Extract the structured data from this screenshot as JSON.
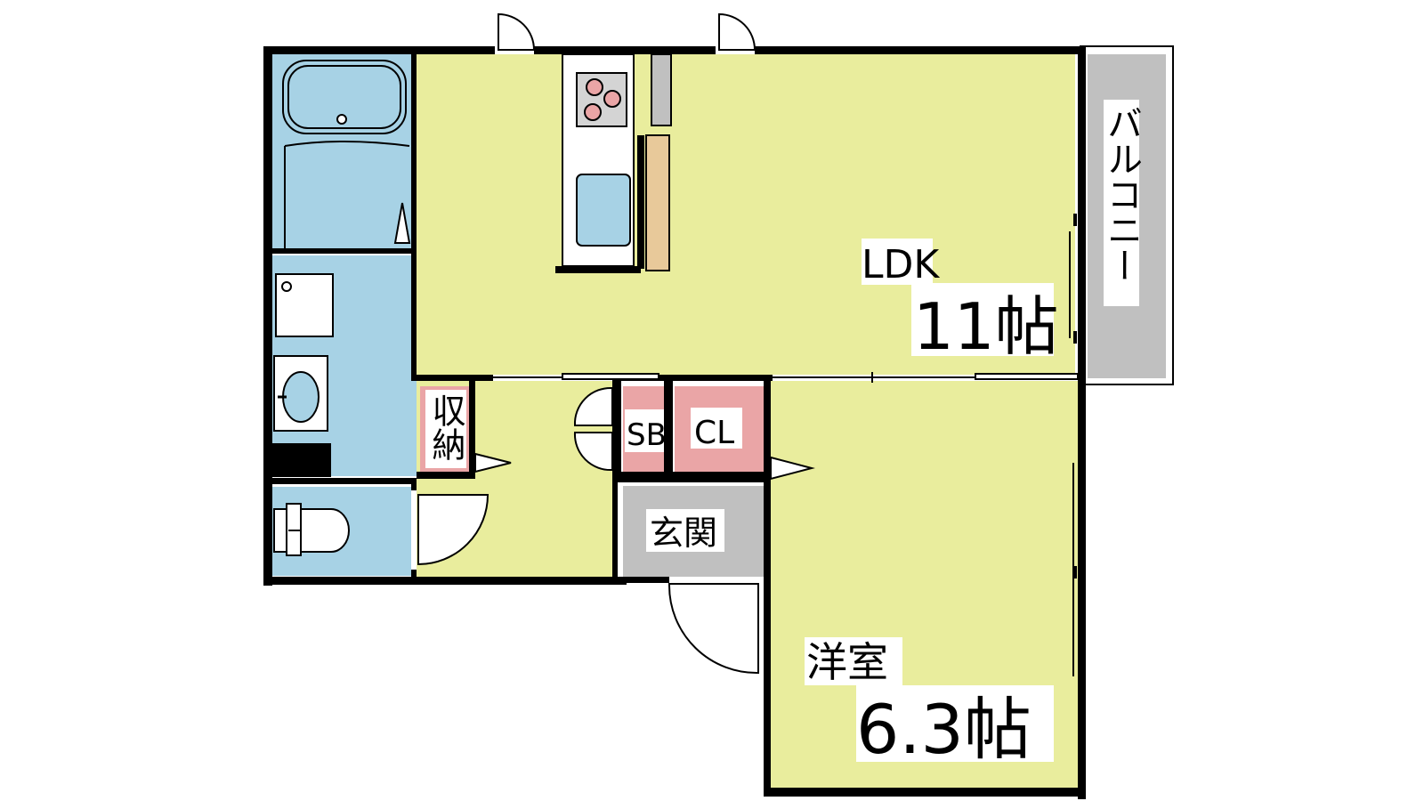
{
  "rooms": {
    "ldk": {
      "name": "LDK",
      "size": "11帖"
    },
    "western": {
      "name": "洋室",
      "size": "6.3帖"
    },
    "balcony": {
      "name": "バルコニー"
    },
    "storage": {
      "name": "収納"
    },
    "shoe_box": {
      "name": "SB"
    },
    "closet": {
      "name": "CL"
    },
    "entrance": {
      "name": "玄関"
    }
  },
  "colors": {
    "living": "#e9ed9d",
    "wet": "#a7d2e5",
    "storage": "#eaa5a6",
    "entrance": "#c0c0c0",
    "balcony": "#c0c0c0",
    "wall": "#000000",
    "counter": "#e8c99a"
  }
}
